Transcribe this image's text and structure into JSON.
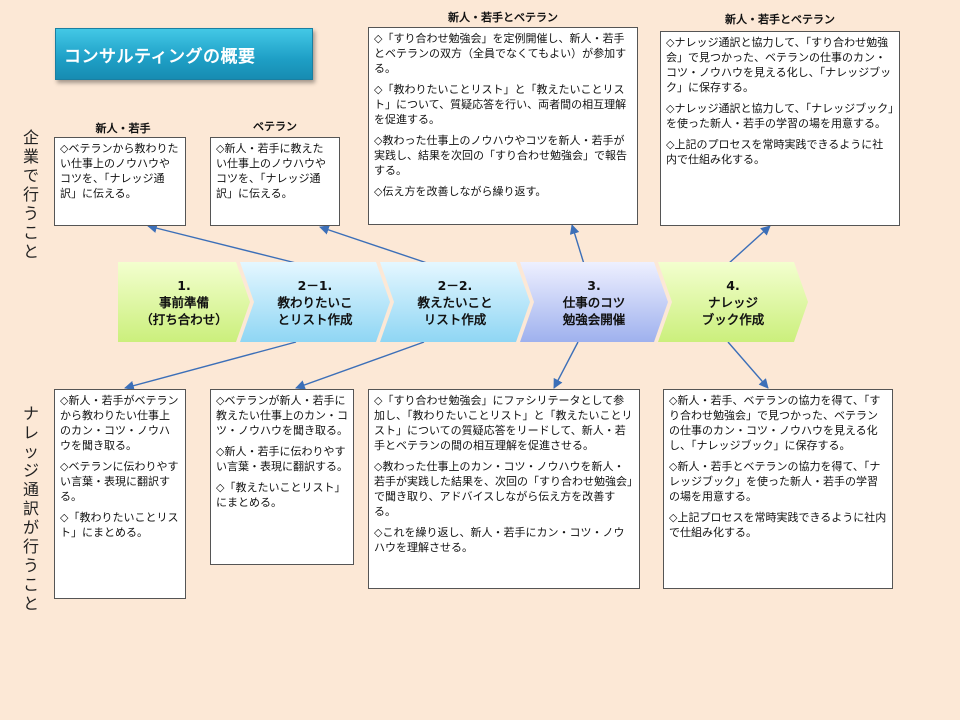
{
  "title": "コンサルティングの概要",
  "side_labels": {
    "top": "企業で行うこと",
    "bottom": "ナレッジ通訳が行うこと"
  },
  "column_labels": {
    "c1": "新人・若手",
    "c2": "ベテラン",
    "c3": "新人・若手とベテラン",
    "c4": "新人・若手とベテラン"
  },
  "steps": {
    "s1": "1.\n事前準備\n（打ち合わせ）",
    "s2": "2－1.\n教わりたいこ\nとリスト作成",
    "s3": "2－2.\n教えたいこと\nリスト作成",
    "s4": "3.\n仕事のコツ\n勉強会開催",
    "s5": "4.\nナレッジ\nブック作成"
  },
  "top_notes": {
    "n1": [
      "◇ベテランから教わりたい仕事上のノウハウやコツを、「ナレッジ通訳」に伝える。"
    ],
    "n2": [
      "◇新人・若手に教えたい仕事上のノウハウやコツを、「ナレッジ通訳」に伝える。"
    ],
    "n3": [
      "◇「すり合わせ勉強会」を定例開催し、新人・若手とベテランの双方（全員でなくてもよい）が参加する。",
      "◇「教わりたいことリスト」と「教えたいことリスト」について、質疑応答を行い、両者間の相互理解を促進する。",
      "◇教わった仕事上のノウハウやコツを新人・若手が実践し、結果を次回の「すり合わせ勉強会」で報告する。",
      "◇伝え方を改善しながら繰り返す。"
    ],
    "n4": [
      "◇ナレッジ通訳と協力して、「すり合わせ勉強会」で見つかった、ベテランの仕事のカン・コツ・ノウハウを見える化し、「ナレッジブック」に保存する。",
      "◇ナレッジ通訳と協力して、「ナレッジブック」を使った新人・若手の学習の場を用意する。",
      "◇上記のプロセスを常時実践できるように社内で仕組み化する。"
    ]
  },
  "bottom_notes": {
    "n1": [
      "◇新人・若手がベテランから教わりたい仕事上のカン・コツ・ノウハウを聞き取る。",
      "◇ベテランに伝わりやすい言葉・表現に翻訳する。",
      "◇「教わりたいことリスト」にまとめる。"
    ],
    "n2": [
      "◇ベテランが新人・若手に教えたい仕事上のカン・コツ・ノウハウを聞き取る。",
      "◇新人・若手に伝わりやすい言葉・表現に翻訳する。",
      "◇「教えたいことリスト」にまとめる。"
    ],
    "n3": [
      "◇「すり合わせ勉強会」にファシリテータとして参加し、「教わりたいことリスト」と「教えたいことリスト」についての質疑応答をリードして、新人・若手とベテランの間の相互理解を促進させる。",
      "◇教わった仕事上のカン・コツ・ノウハウを新人・若手が実践した結果を、次回の「すり合わせ勉強会」で聞き取り、アドバイスしながら伝え方を改善する。",
      "◇これを繰り返し、新人・若手にカン・コツ・ノウハウを理解させる。"
    ],
    "n4": [
      "◇新人・若手、ベテランの協力を得て、「すり合わせ勉強会」で見つかった、ベテランの仕事のカン・コツ・ノウハウを見える化し、「ナレッジブック」に保存する。",
      "◇新人・若手とベテランの協力を得て、「ナレッジブック」を使った新人・若手の学習の場を用意する。",
      "◇上記プロセスを常時実践できるように社内で仕組み化する。"
    ]
  },
  "colors": {
    "background": "#fce8d6",
    "title_bg": "#1e9fc6",
    "arrow": "#3c6fb8",
    "step_green": "#cbef7c",
    "step_blue": "#8fd6f4",
    "step_violet": "#9fb1ee"
  }
}
